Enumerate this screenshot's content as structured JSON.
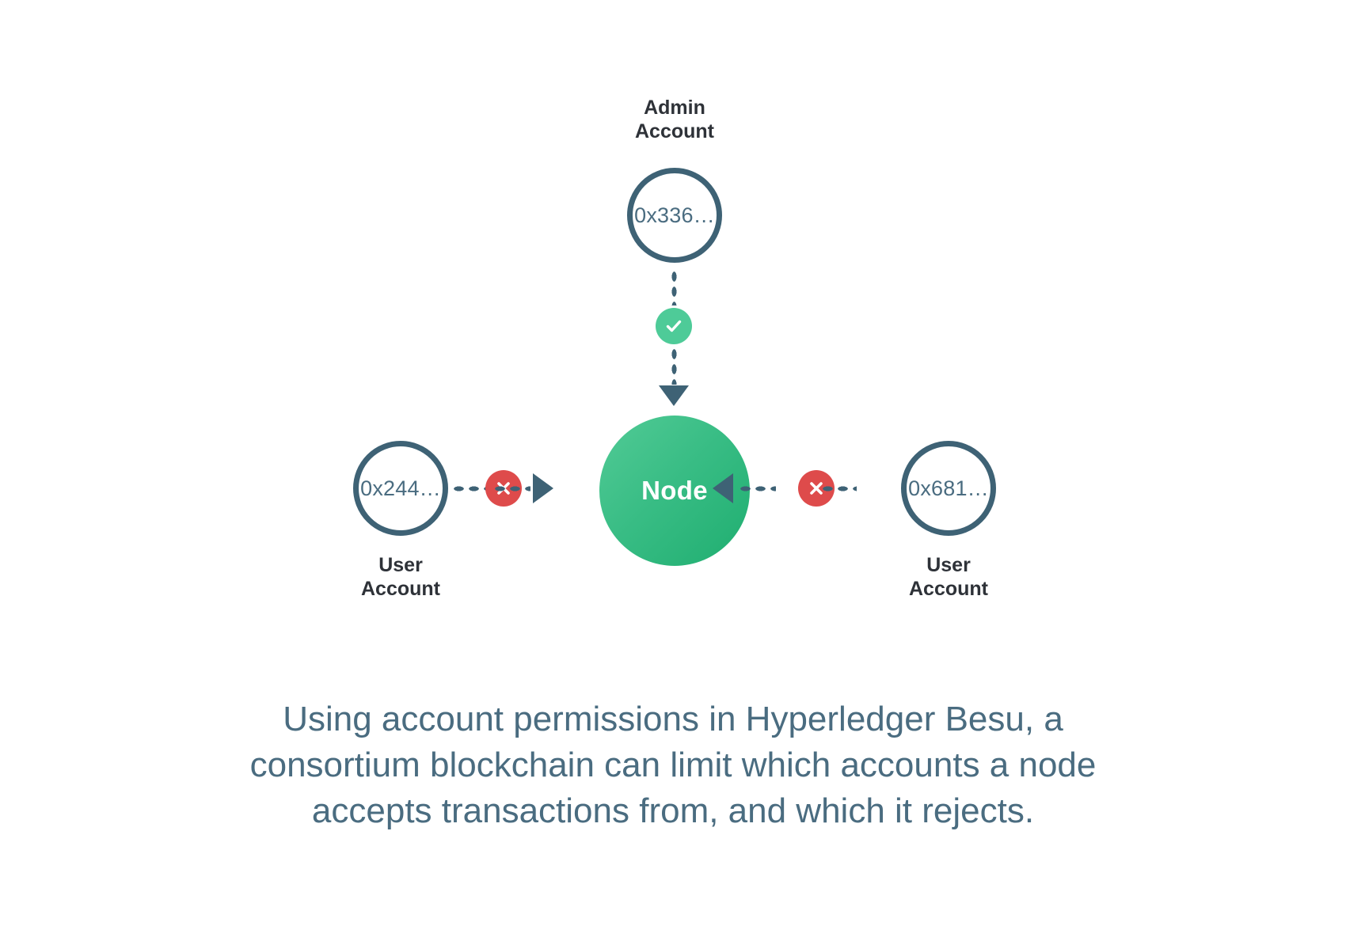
{
  "diagram": {
    "admin": {
      "label": "Admin\nAccount",
      "address": "0x336…",
      "permission_icon": "check-icon",
      "permission_color": "#4ECB98"
    },
    "user_left": {
      "label": "User\nAccount",
      "address": "0x244…",
      "permission_icon": "cross-icon",
      "permission_color": "#DE4B4B"
    },
    "user_right": {
      "label": "User\nAccount",
      "address": "0x681…",
      "permission_icon": "cross-icon",
      "permission_color": "#DE4B4B"
    },
    "node": {
      "label": "Node",
      "fill_start": "#52CB96",
      "fill_end": "#1FAE70"
    },
    "stroke_color": "#3E6275"
  },
  "caption": {
    "text": "Using account permissions in Hyperledger Besu, a consortium blockchain can limit which accounts a node accepts transactions from, and which it rejects.",
    "color": "#4A6C80"
  }
}
